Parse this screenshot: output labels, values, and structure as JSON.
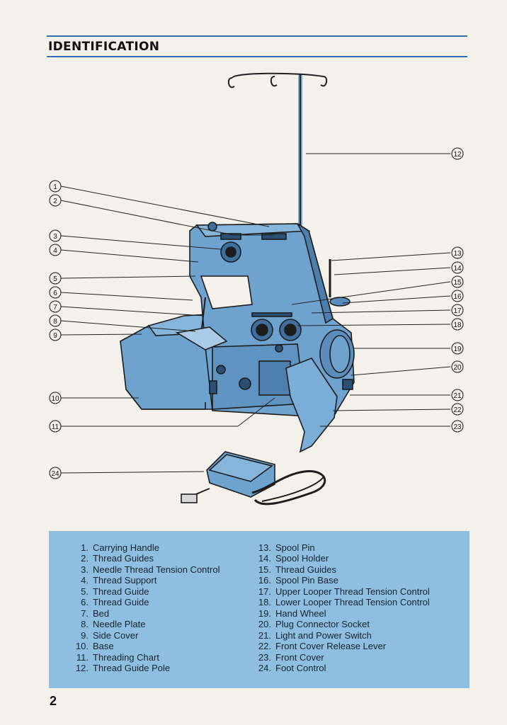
{
  "page": {
    "title": "IDENTIFICATION",
    "page_number": "2"
  },
  "callouts": [
    "1",
    "2",
    "3",
    "4",
    "5",
    "6",
    "7",
    "8",
    "9",
    "10",
    "11",
    "12",
    "13",
    "14",
    "15",
    "16",
    "17",
    "18",
    "19",
    "20",
    "21",
    "22",
    "23",
    "24"
  ],
  "legend": {
    "left": [
      {
        "num": "1.",
        "label": "Carrying Handle"
      },
      {
        "num": "2.",
        "label": "Thread Guides"
      },
      {
        "num": "3.",
        "label": "Needle Thread Tension Control"
      },
      {
        "num": "4.",
        "label": "Thread Support"
      },
      {
        "num": "5.",
        "label": "Thread Guide"
      },
      {
        "num": "6.",
        "label": "Thread Guide"
      },
      {
        "num": "7.",
        "label": "Bed"
      },
      {
        "num": "8.",
        "label": "Needle Plate"
      },
      {
        "num": "9.",
        "label": "Side Cover"
      },
      {
        "num": "10.",
        "label": "Base"
      },
      {
        "num": "11.",
        "label": "Threading Chart"
      },
      {
        "num": "12.",
        "label": "Thread Guide Pole"
      }
    ],
    "right": [
      {
        "num": "13.",
        "label": "Spool Pin"
      },
      {
        "num": "14.",
        "label": "Spool Holder"
      },
      {
        "num": "15.",
        "label": "Thread Guides"
      },
      {
        "num": "16.",
        "label": "Spool Pin Base"
      },
      {
        "num": "17.",
        "label": "Upper Looper Thread Tension Control"
      },
      {
        "num": "18.",
        "label": "Lower Looper Thread Tension Control"
      },
      {
        "num": "19.",
        "label": "Hand Wheel"
      },
      {
        "num": "20.",
        "label": "Plug Connector Socket"
      },
      {
        "num": "21.",
        "label": "Light and Power Switch"
      },
      {
        "num": "22.",
        "label": "Front Cover Release Lever"
      },
      {
        "num": "23.",
        "label": "Front Cover"
      },
      {
        "num": "24.",
        "label": "Foot Control"
      }
    ]
  },
  "colors": {
    "machine_fill": "#6fa3cf",
    "machine_dark": "#4d7fae",
    "legend_bg": "#8fbfe0",
    "rule": "#2f6fb8"
  }
}
